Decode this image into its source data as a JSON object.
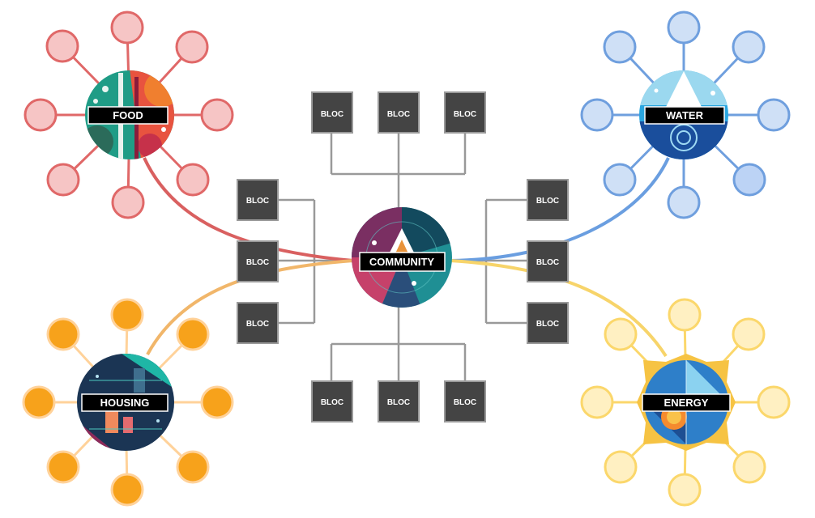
{
  "center": {
    "label": "COMMUNITY"
  },
  "bloc_label": "BLOC",
  "hubs": [
    {
      "id": "food",
      "label": "FOOD",
      "ring_color": "#e06868",
      "node_fill": "#f6c5c5",
      "link_color": "#d96060"
    },
    {
      "id": "water",
      "label": "WATER",
      "ring_color": "#6f9fde",
      "node_fill": "#cfe0f6",
      "link_color": "#6a9ee0"
    },
    {
      "id": "housing",
      "label": "HOUSING",
      "ring_color": "#ffd29a",
      "node_fill": "#f7a21b",
      "link_color": "#f1b66a"
    },
    {
      "id": "energy",
      "label": "ENERGY",
      "ring_color": "#fbd76b",
      "node_fill": "#fff0c2",
      "link_color": "#f7d46a"
    }
  ],
  "colors": {
    "bloc_fill": "#444444",
    "bloc_stroke": "#9a9a9a",
    "tree_line": "#999999",
    "label_bg": "#000000"
  }
}
